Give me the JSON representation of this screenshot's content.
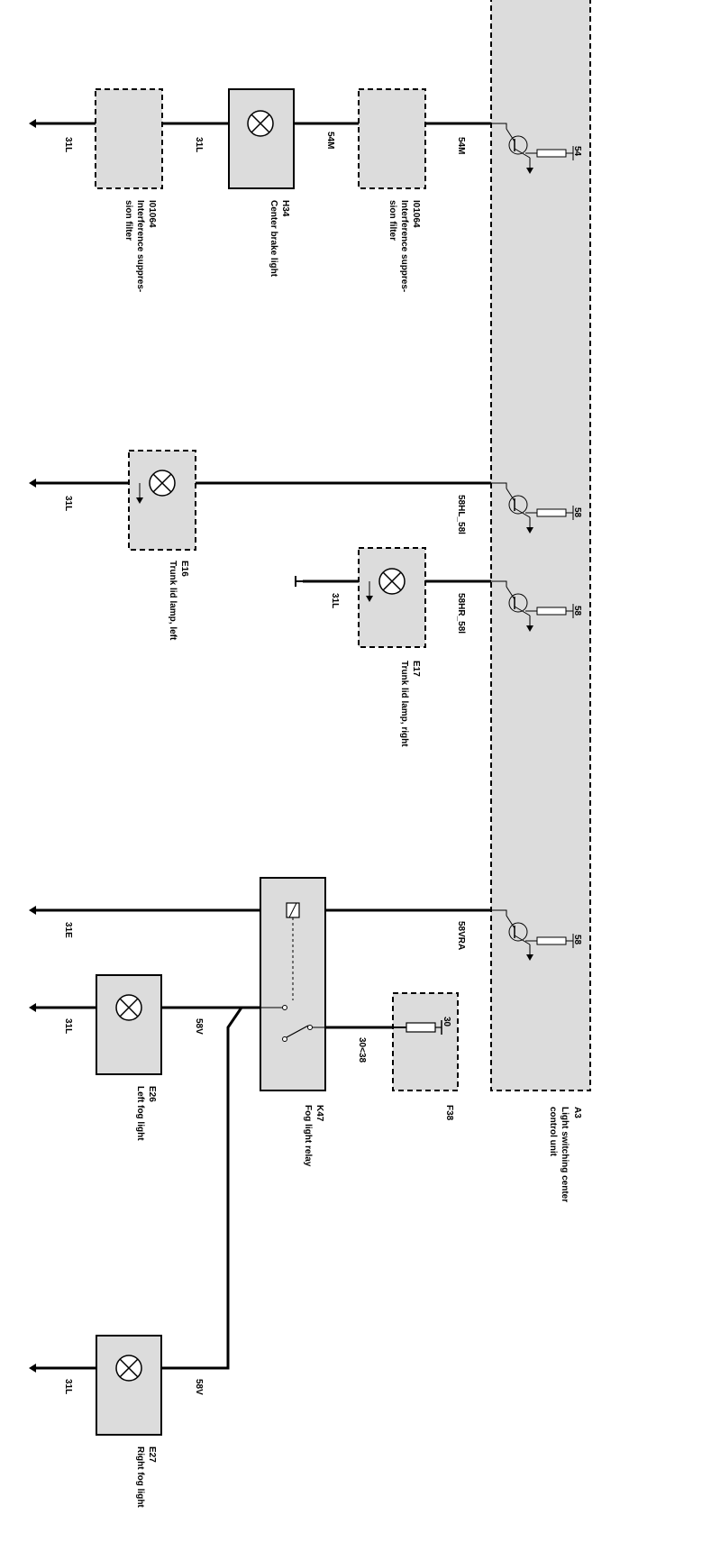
{
  "colors": {
    "component_fill": "#dcdcdc",
    "wire": "#000000",
    "background": "#ffffff"
  },
  "wire_labels": {
    "w31l_h34_left": "31L",
    "w31l_h34_right": "31L",
    "w54m_a": "54M",
    "w54m_b": "54M",
    "w31l_e16": "31L",
    "w58hl": "58HL_58l",
    "w31l_e17": "31L",
    "w58hr": "58HR_58l",
    "w31e": "31E",
    "w58vra": "58VRA",
    "w31l_e26": "31L",
    "w58v_e26": "58V",
    "w30_38": "30<38",
    "w31l_e27": "31L",
    "w58v_e27": "58V"
  },
  "pin_labels": {
    "p54": "54",
    "p58_1": "58",
    "p58_2": "58",
    "p58_3": "58",
    "p30": "30"
  },
  "components": {
    "filter_left": {
      "id": "I01064",
      "name": "Interference suppres-",
      "name2": "sion filter"
    },
    "h34": {
      "id": "H34",
      "name": "Center brake light"
    },
    "filter_right": {
      "id": "I01064",
      "name": "Interference suppres-",
      "name2": "sion filter"
    },
    "e16": {
      "id": "E16",
      "name": "Trunk lid lamp, left"
    },
    "e17": {
      "id": "E17",
      "name": "Trunk lid lamp, right"
    },
    "k47": {
      "id": "K47",
      "name": "Fog light relay"
    },
    "f38": {
      "id": "F38"
    },
    "e26": {
      "id": "E26",
      "name": "Left fog light"
    },
    "e27": {
      "id": "E27",
      "name": "Right fog light"
    },
    "a3": {
      "id": "A3",
      "name": "Light switching center",
      "name2": "control unit"
    }
  }
}
